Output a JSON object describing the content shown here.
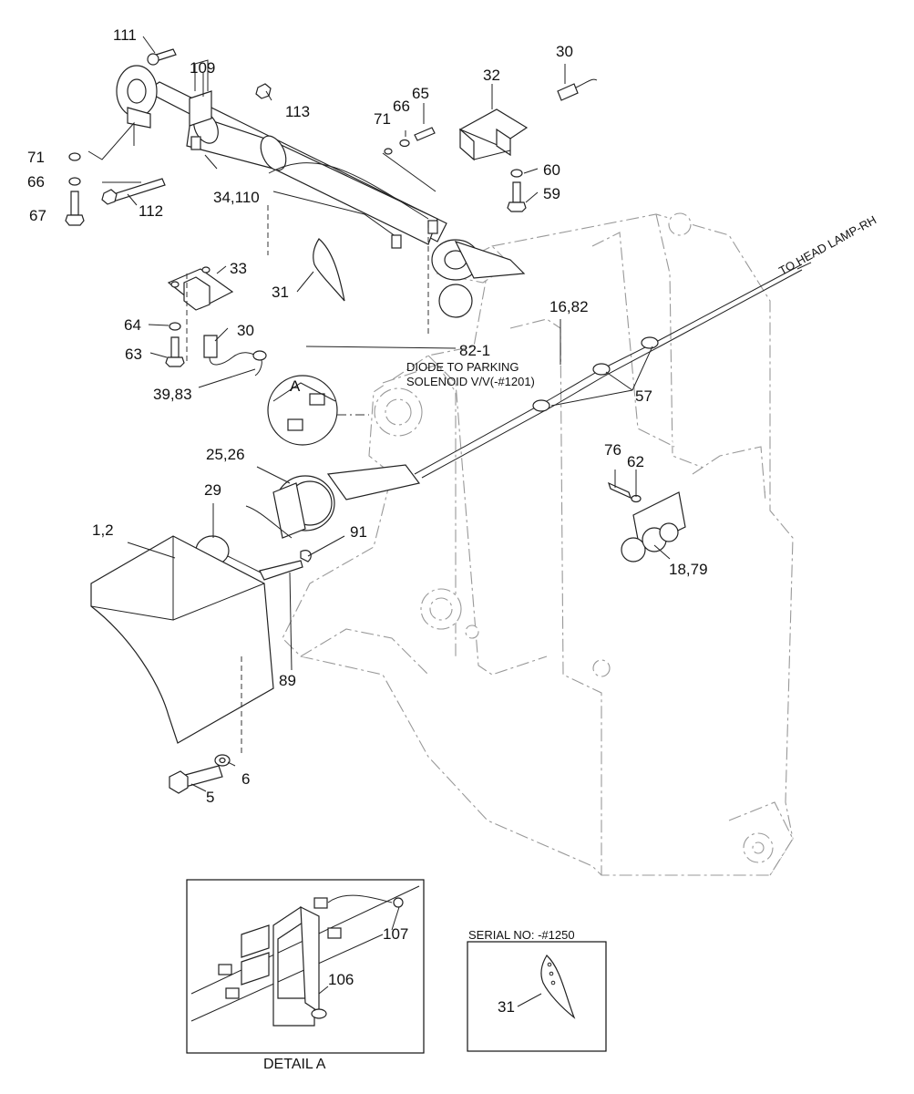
{
  "callouts": {
    "c111": "111",
    "c109": "109",
    "c113": "113",
    "c71a": "71",
    "c66a": "66",
    "c67": "67",
    "c112": "112",
    "c34_110": "34,110",
    "c71b": "71",
    "c66b": "66",
    "c65": "65",
    "c32": "32",
    "c30a": "30",
    "c60": "60",
    "c59": "59",
    "c33": "33",
    "c31": "31",
    "c64": "64",
    "c30b": "30",
    "c63": "63",
    "c39_83": "39,83",
    "c82_1": "82-1",
    "c16_82": "16,82",
    "c57": "57",
    "cA": "A",
    "c25_26": "25,26",
    "c29": "29",
    "c1_2": "1,2",
    "c91": "91",
    "c89": "89",
    "c76": "76",
    "c62": "62",
    "c18_79": "18,79",
    "c6": "6",
    "c5": "5",
    "c107": "107",
    "c106": "106",
    "c31b": "31"
  },
  "notes": {
    "head_lamp": "TO HEAD LAMP-RH",
    "diode_line1": "DIODE TO PARKING",
    "diode_line2": "SOLENOID V/V(-#1201)",
    "serial": "SERIAL NO: -#1250",
    "detail_a": "DETAIL A"
  }
}
